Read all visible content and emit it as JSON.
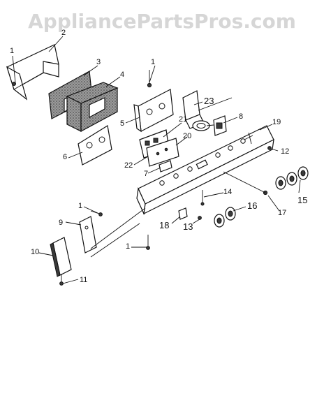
{
  "watermark": "AppliancePartsPros.com",
  "callouts": [
    {
      "id": "1"
    },
    {
      "id": "2"
    },
    {
      "id": "3"
    },
    {
      "id": "4"
    },
    {
      "id": "5"
    },
    {
      "id": "6"
    },
    {
      "id": "7"
    },
    {
      "id": "8"
    },
    {
      "id": "9"
    },
    {
      "id": "10"
    },
    {
      "id": "11"
    },
    {
      "id": "12"
    },
    {
      "id": "13"
    },
    {
      "id": "14"
    },
    {
      "id": "15"
    },
    {
      "id": "16"
    },
    {
      "id": "17"
    },
    {
      "id": "18"
    },
    {
      "id": "19"
    },
    {
      "id": "20"
    },
    {
      "id": "21"
    },
    {
      "id": "22"
    },
    {
      "id": "23"
    }
  ]
}
